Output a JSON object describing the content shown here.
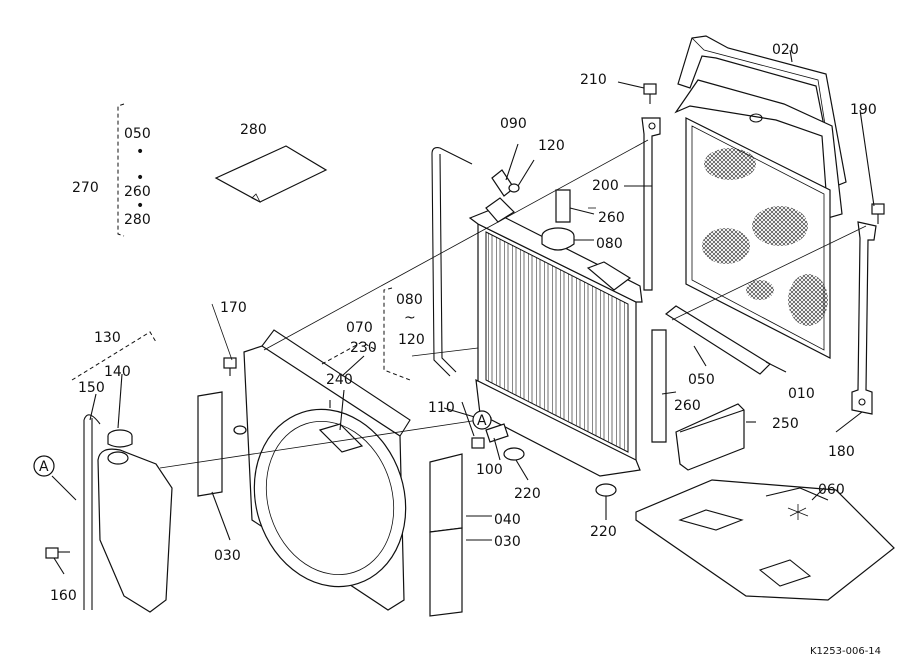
{
  "labels": {
    "l010": "010",
    "l020": "020",
    "l030a": "030",
    "l030b": "030",
    "l040": "040",
    "l050a": "050",
    "l050b": "050",
    "l060": "060",
    "l070": "070",
    "l080a": "080",
    "l080b": "080",
    "l090": "090",
    "l100": "100",
    "l110": "110",
    "l120a": "120",
    "l120b": "120",
    "l130": "130",
    "l140": "140",
    "l150": "150",
    "l160": "160",
    "l170": "170",
    "l180": "180",
    "l190": "190",
    "l200": "200",
    "l210": "210",
    "l220a": "220",
    "l220b": "220",
    "l230": "230",
    "l240": "240",
    "l250": "250",
    "l260a": "260",
    "l260b": "260",
    "l260c": "260",
    "l270": "270",
    "l280a": "280",
    "l280b": "280",
    "tilde": "~",
    "dot1": "•",
    "dot2": "•",
    "dot3": "•",
    "refA1": "A",
    "refA2": "A"
  },
  "drawing_code": "K1253-006-14"
}
